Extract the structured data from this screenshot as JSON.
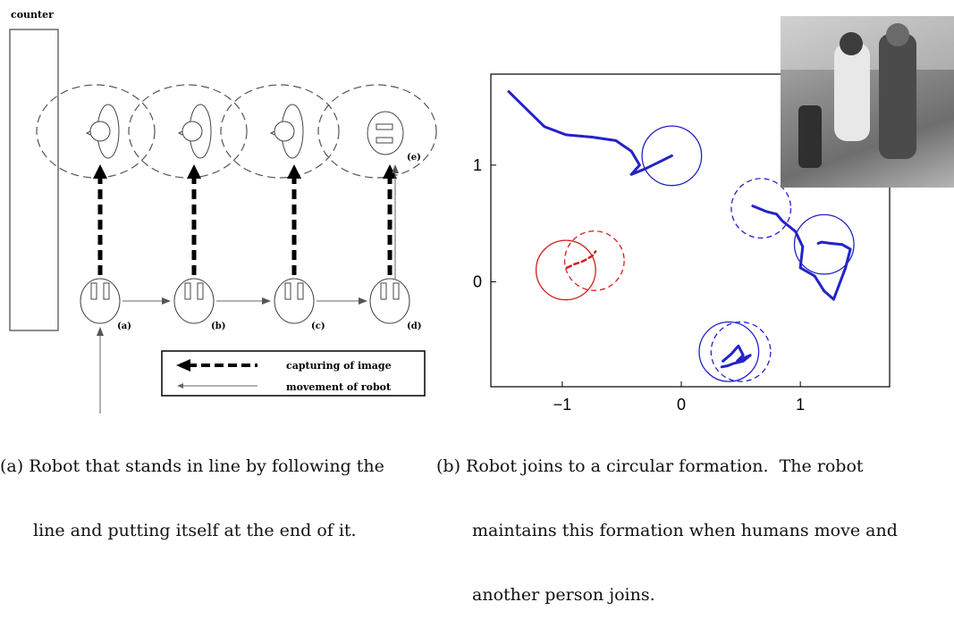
{
  "diagram": {
    "counter_label": "counter",
    "robot_labels": [
      "(a)",
      "(b)",
      "(c)",
      "(d)",
      "(e)"
    ],
    "legend": [
      {
        "label": "capturing of image"
      },
      {
        "label": "movement of robot"
      }
    ]
  },
  "figure_a_caption": {
    "line1": "(a) Robot that stands in line by following the",
    "line2": "line and putting itself at the end of it."
  },
  "figure_b_caption": {
    "line1": "(b) Robot joins to a circular formation.  The robot",
    "line2": "maintains this formation when humans move and",
    "line3": "another person joins."
  },
  "chart_data": {
    "type": "line",
    "xlim": [
      -1.6,
      1.75
    ],
    "ylim": [
      -0.9,
      1.78
    ],
    "x_ticks": [
      "−1",
      "0",
      "1"
    ],
    "y_ticks": [
      "1",
      "0"
    ],
    "x_tick_values": [
      -1,
      0,
      1
    ],
    "y_tick_values": [
      1,
      0
    ],
    "grid": false,
    "colors": {
      "blue": "#2323c8",
      "red": "#d21e1e"
    },
    "series": [
      {
        "color": "blue",
        "style": "solid",
        "x": [
          -1.45,
          -1.3,
          -1.15,
          -0.97,
          -0.75,
          -0.55,
          -0.42,
          -0.35,
          -0.42,
          -0.3,
          -0.2,
          -0.08
        ],
        "y": [
          1.63,
          1.48,
          1.33,
          1.26,
          1.24,
          1.21,
          1.12,
          1.0,
          0.92,
          0.97,
          1.02,
          1.08
        ]
      },
      {
        "color": "blue",
        "style": "solid",
        "x": [
          0.6,
          0.72,
          0.8,
          0.85,
          0.9,
          0.96,
          1.02,
          1.0,
          1.12,
          1.2,
          1.28,
          1.38,
          1.42,
          1.35,
          1.25,
          1.18,
          1.15
        ],
        "y": [
          0.65,
          0.6,
          0.58,
          0.52,
          0.48,
          0.43,
          0.3,
          0.12,
          0.05,
          -0.08,
          -0.15,
          0.12,
          0.28,
          0.32,
          0.33,
          0.34,
          0.33
        ]
      },
      {
        "color": "blue",
        "style": "solid",
        "x": [
          0.35,
          0.42,
          0.48,
          0.52,
          0.47,
          0.58,
          0.52,
          0.44,
          0.39,
          0.34
        ],
        "y": [
          -0.68,
          -0.62,
          -0.55,
          -0.63,
          -0.68,
          -0.63,
          -0.68,
          -0.7,
          -0.72,
          -0.73
        ]
      },
      {
        "color": "red",
        "style": "dashed",
        "x": [
          -0.96,
          -0.9,
          -0.84,
          -0.8,
          -0.75,
          -0.72
        ],
        "y": [
          0.12,
          0.15,
          0.17,
          0.19,
          0.22,
          0.26
        ]
      }
    ],
    "circles": [
      {
        "cx": -0.08,
        "cy": 1.08,
        "r": 0.25,
        "color": "blue",
        "style": "solid"
      },
      {
        "cx": 0.67,
        "cy": 0.63,
        "r": 0.25,
        "color": "blue",
        "style": "dashed"
      },
      {
        "cx": 1.2,
        "cy": 0.32,
        "r": 0.25,
        "color": "blue",
        "style": "solid"
      },
      {
        "cx": -0.97,
        "cy": 0.1,
        "r": 0.25,
        "color": "red",
        "style": "solid"
      },
      {
        "cx": -0.73,
        "cy": 0.18,
        "r": 0.25,
        "color": "red",
        "style": "dashed"
      },
      {
        "cx": 0.4,
        "cy": -0.6,
        "r": 0.25,
        "color": "blue",
        "style": "solid"
      },
      {
        "cx": 0.5,
        "cy": -0.6,
        "r": 0.25,
        "color": "blue",
        "style": "dashed"
      }
    ]
  }
}
